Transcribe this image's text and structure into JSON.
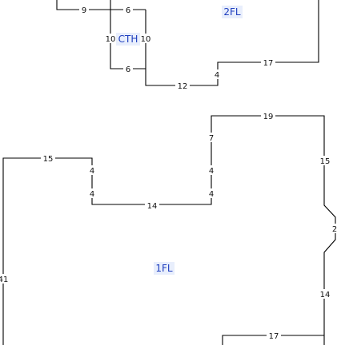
{
  "colors": {
    "wall": "#000000",
    "dimension_text": "#111111",
    "room_label_text": "#1f3fbf",
    "room_label_bg": "#e8eefc",
    "background": "#ffffff"
  },
  "rooms": {
    "second_floor": "2FL",
    "closet": "CTH",
    "first_floor": "1FL"
  },
  "dimensions": {
    "top_9": "9",
    "top_6a": "6",
    "cth_left_10": "10",
    "cth_right_10": "10",
    "cth_bottom_6": "6",
    "bottom_12": "12",
    "step_4": "4",
    "right_17": "17",
    "top_19": "19",
    "left_7": "7",
    "notch_right_4a": "4",
    "notch_right_4b": "4",
    "left_15": "15",
    "notch_left_4a": "4",
    "notch_left_4b": "4",
    "middle_14": "14",
    "right_15": "15",
    "bay_2": "2",
    "right_14": "14",
    "left_41": "41",
    "bottom_17": "17"
  }
}
